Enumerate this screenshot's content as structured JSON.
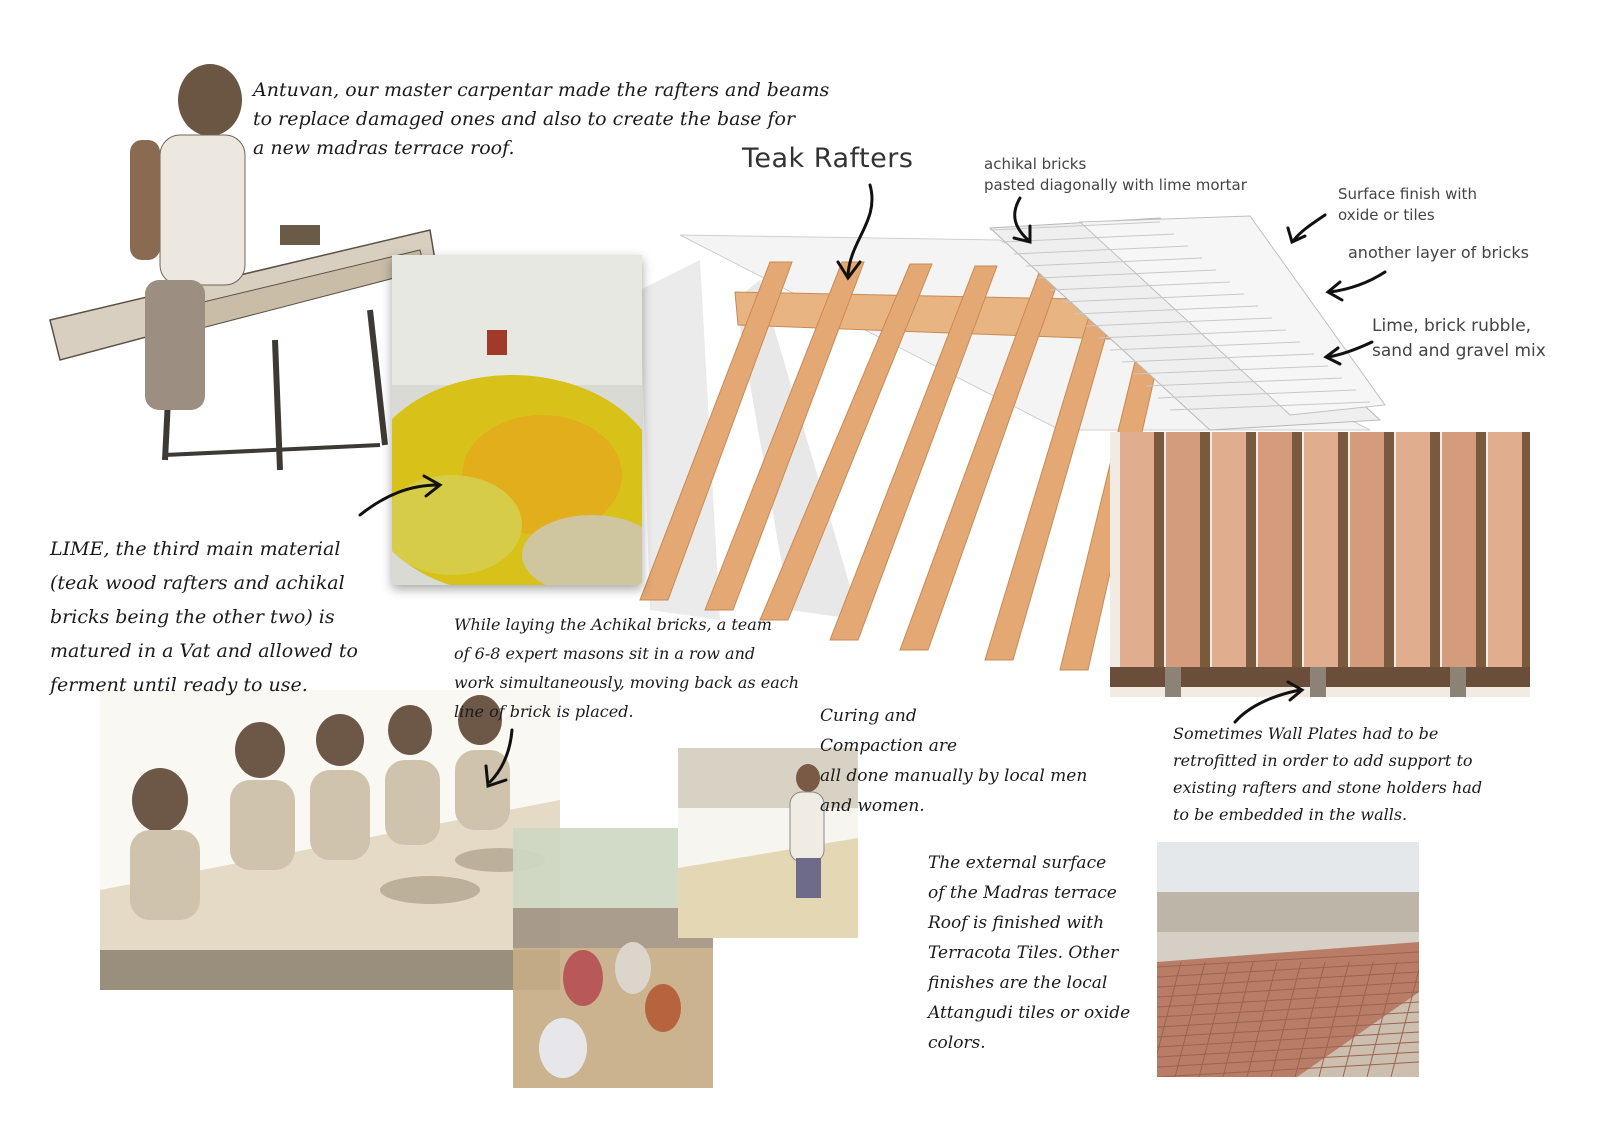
{
  "colors": {
    "ink": "#1b1b1b",
    "teak": "#e3a873",
    "teak_dark": "#c98a55",
    "lime": "#e0c020",
    "terracotta": "#b97c66",
    "brick": "#c9825a"
  },
  "annotations": {
    "carpenter": "Antuvan, our master carpentar made the rafters and beams\nto replace damaged ones and also to create the base for\na new madras terrace roof.",
    "teak_rafters": "Teak Rafters",
    "achikal_bricks": "achikal bricks\npasted diagonally with lime mortar",
    "surface_finish": "Surface finish with\noxide or tiles",
    "another_layer": "another layer of bricks",
    "lime_mix": "Lime, brick rubble,\nsand and gravel mix",
    "lime_note": "LIME, the third main material\n(teak wood rafters and achikal\nbricks being the other two) is\nmatured in a Vat and allowed to\nferment until ready to use.",
    "masons": "While laying the Achikal bricks, a team\nof 6-8 expert masons sit in a row and\nwork simultaneously, moving back as each\nline of brick is placed.",
    "curing": "Curing and\nCompaction are\nall done manually by local men\nand women.",
    "wall_plates": "Sometimes Wall Plates had to be\nretrofitted in order to add support to\nexisting rafters and stone holders had\nto be embedded in the walls.",
    "external_surface": "The external surface\nof the Madras terrace\nRoof is finished with\nTerracota Tiles. Other\nfinishes are the local\nAttangudi tiles or oxide\ncolors."
  }
}
